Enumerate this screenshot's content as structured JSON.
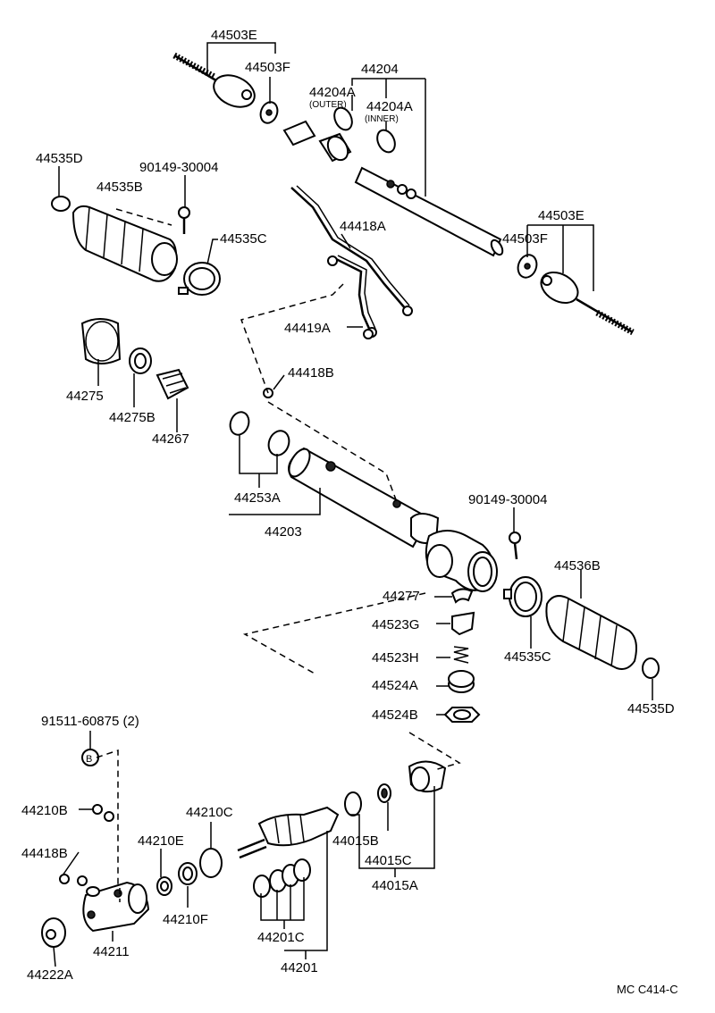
{
  "labels": {
    "p44503E_top": "44503E",
    "p44503F_top": "44503F",
    "p44204": "44204",
    "p44204A_outer": "44204A",
    "outer_note": "(OUTER)",
    "p44204A_inner": "44204A",
    "inner_note": "(INNER)",
    "p44535D_top": "44535D",
    "p90149_top": "90149-30004",
    "p44535B": "44535B",
    "p44535C_top": "44535C",
    "p44418A": "44418A",
    "p44503E_right": "44503E",
    "p44503F_right": "44503F",
    "p44419A": "44419A",
    "p44275": "44275",
    "p44275B": "44275B",
    "p44267": "44267",
    "p44418B_mid": "44418B",
    "p44253A": "44253A",
    "p44203": "44203",
    "p90149_right": "90149-30004",
    "p44536B": "44536B",
    "p44277": "44277",
    "p44523G": "44523G",
    "p44523H": "44523H",
    "p44524A": "44524A",
    "p44524B": "44524B",
    "p44535C_right": "44535C",
    "p44535D_right": "44535D",
    "p91511": "91511-60875 (2)",
    "b_marker": "B",
    "p44210B": "44210B",
    "p44210C": "44210C",
    "p44210E": "44210E",
    "p44418B_low": "44418B",
    "p44015B": "44015B",
    "p44015C": "44015C",
    "p44015A": "44015A",
    "p44210F": "44210F",
    "p44211": "44211",
    "p44201C": "44201C",
    "p44201": "44201",
    "p44222A": "44222A",
    "diagram_code": "MC C414-C"
  }
}
